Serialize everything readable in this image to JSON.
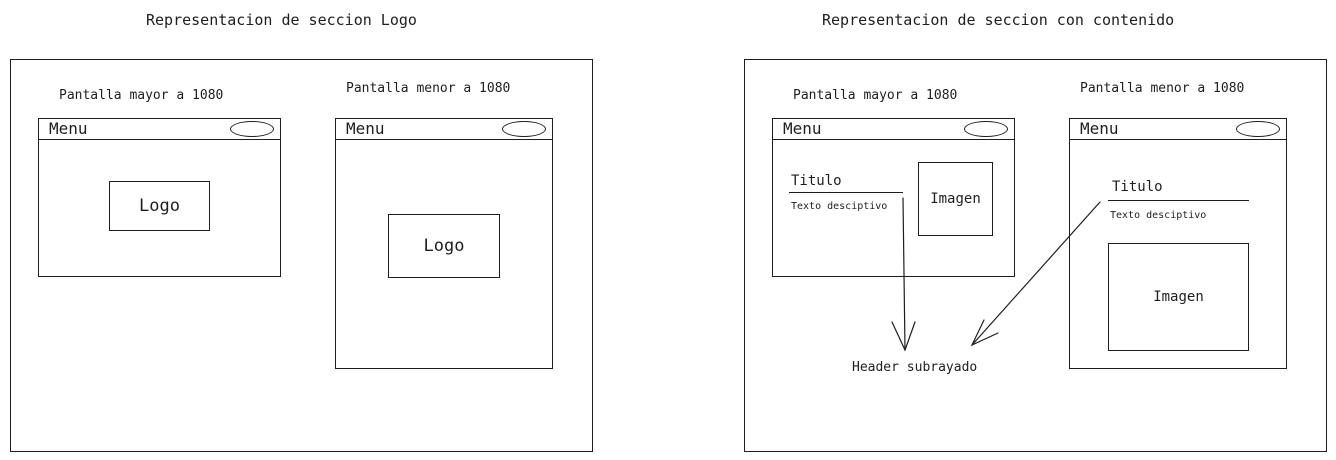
{
  "left_section": {
    "title": "Representacion de seccion Logo",
    "large_screen": {
      "caption": "Pantalla mayor a 1080",
      "menu_label": "Menu",
      "logo_label": "Logo"
    },
    "small_screen": {
      "caption": "Pantalla menor a 1080",
      "menu_label": "Menu",
      "logo_label": "Logo"
    }
  },
  "right_section": {
    "title": "Representacion de seccion con contenido",
    "large_screen": {
      "caption": "Pantalla mayor a 1080",
      "menu_label": "Menu",
      "heading": "Titulo",
      "description": "Texto desciptivo",
      "image_label": "Imagen"
    },
    "small_screen": {
      "caption": "Pantalla menor a 1080",
      "menu_label": "Menu",
      "heading": "Titulo",
      "description": "Texto desciptivo",
      "image_label": "Imagen"
    },
    "annotation": "Header subrayado"
  }
}
